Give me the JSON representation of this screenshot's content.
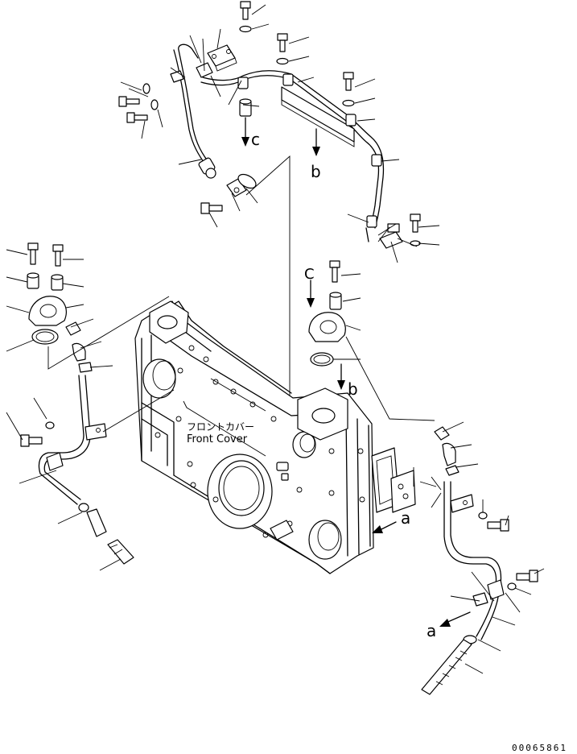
{
  "diagram": {
    "caption_jp": "フロントカバー",
    "caption_en": "Front Cover",
    "drawing_number": "00065861",
    "view_markers": {
      "a": "a",
      "b": "b",
      "c": "c",
      "C": "C"
    }
  }
}
